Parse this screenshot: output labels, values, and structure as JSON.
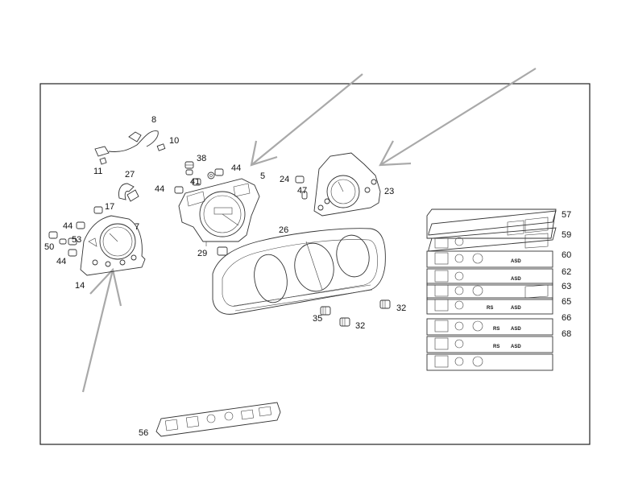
{
  "colors": {
    "line": "#333333",
    "pointer_arrows": "#a9a9a9",
    "background": "#ffffff"
  },
  "part_labels": {
    "p8": "8",
    "p10": "10",
    "p11": "11",
    "p38": "38",
    "p44a": "44",
    "p5": "5",
    "p41": "41",
    "p44b": "44",
    "p27": "27",
    "p24": "24",
    "p47": "47",
    "p23": "23",
    "p17": "17",
    "p44c": "44",
    "p53": "53",
    "p50": "50",
    "p44d": "44",
    "p7": "7",
    "p14": "14",
    "p29": "29",
    "p26": "26",
    "p35": "35",
    "p32a": "32",
    "p32b": "32",
    "p57": "57",
    "p59": "59",
    "p60": "60",
    "p62": "62",
    "p63": "63",
    "p65": "65",
    "p66": "66",
    "p68": "68",
    "p56": "56"
  },
  "strip_texts": {
    "asd_60": "ASD",
    "asd_62": "ASD",
    "rs_65": "RS",
    "asd_65": "ASD",
    "rs_66": "RS",
    "asd_66": "ASD",
    "rs_68": "RS",
    "asd_68": "ASD"
  }
}
